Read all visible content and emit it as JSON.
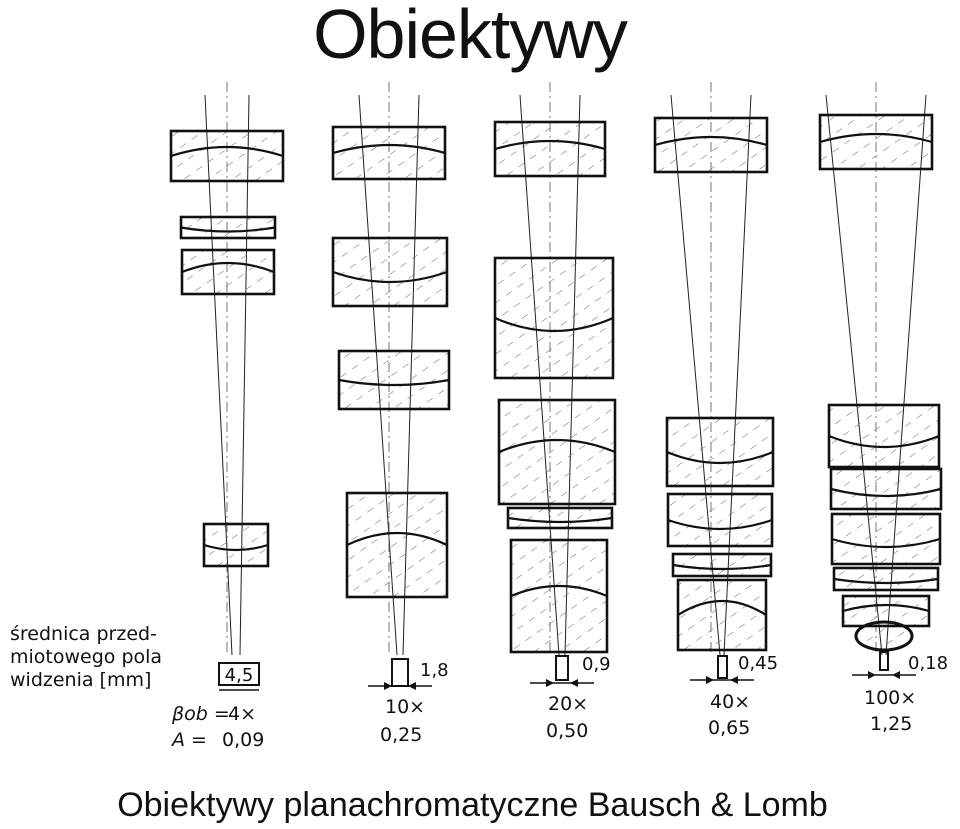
{
  "title": "Obiektywy",
  "caption": "Obiektywy planachromatyczne Bausch & Lomb",
  "legend": {
    "line1": "średnica przed-",
    "line2": "miotowego pola",
    "line3": "widzenia [mm]"
  },
  "row_labels": {
    "beta": "βob =",
    "aperture": "A ="
  },
  "objectives": [
    {
      "field": "4,5",
      "magnification": "4×",
      "aperture": "0,09"
    },
    {
      "field": "1,8",
      "magnification": "10×",
      "aperture": "0,25"
    },
    {
      "field": "0,9",
      "magnification": "20×",
      "aperture": "0,50"
    },
    {
      "field": "0,45",
      "magnification": "40×",
      "aperture": "0,65"
    },
    {
      "field": "0,18",
      "magnification": "100×",
      "aperture": "1,25"
    }
  ],
  "colors": {
    "ink": "#111111",
    "paper": "#ffffff",
    "hatch": "#666666"
  }
}
